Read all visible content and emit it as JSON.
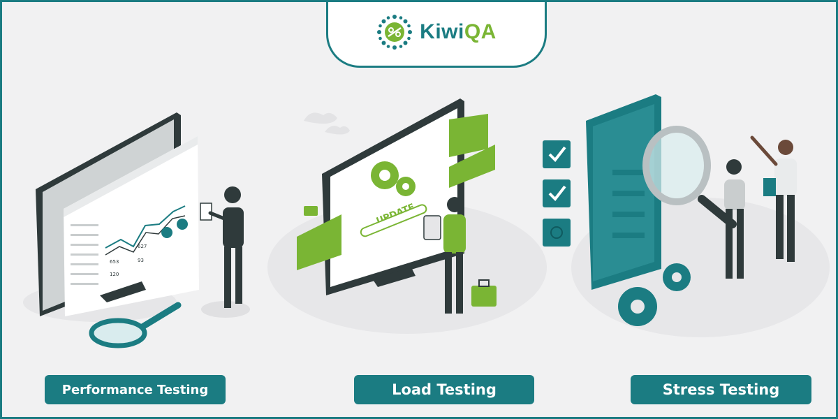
{
  "brand": {
    "name_part1": "Kiwi",
    "name_part2": "QA",
    "primary_color": "#1b7c82",
    "accent_color": "#7ab534"
  },
  "sections": [
    {
      "label": "Performance Testing",
      "icon": "monitor-analytics-illustration"
    },
    {
      "label": "Load Testing",
      "icon": "monitor-update-illustration"
    },
    {
      "label": "Stress Testing",
      "icon": "mobile-inspection-illustration"
    }
  ],
  "illustration_text": {
    "update": "UPDATE"
  }
}
